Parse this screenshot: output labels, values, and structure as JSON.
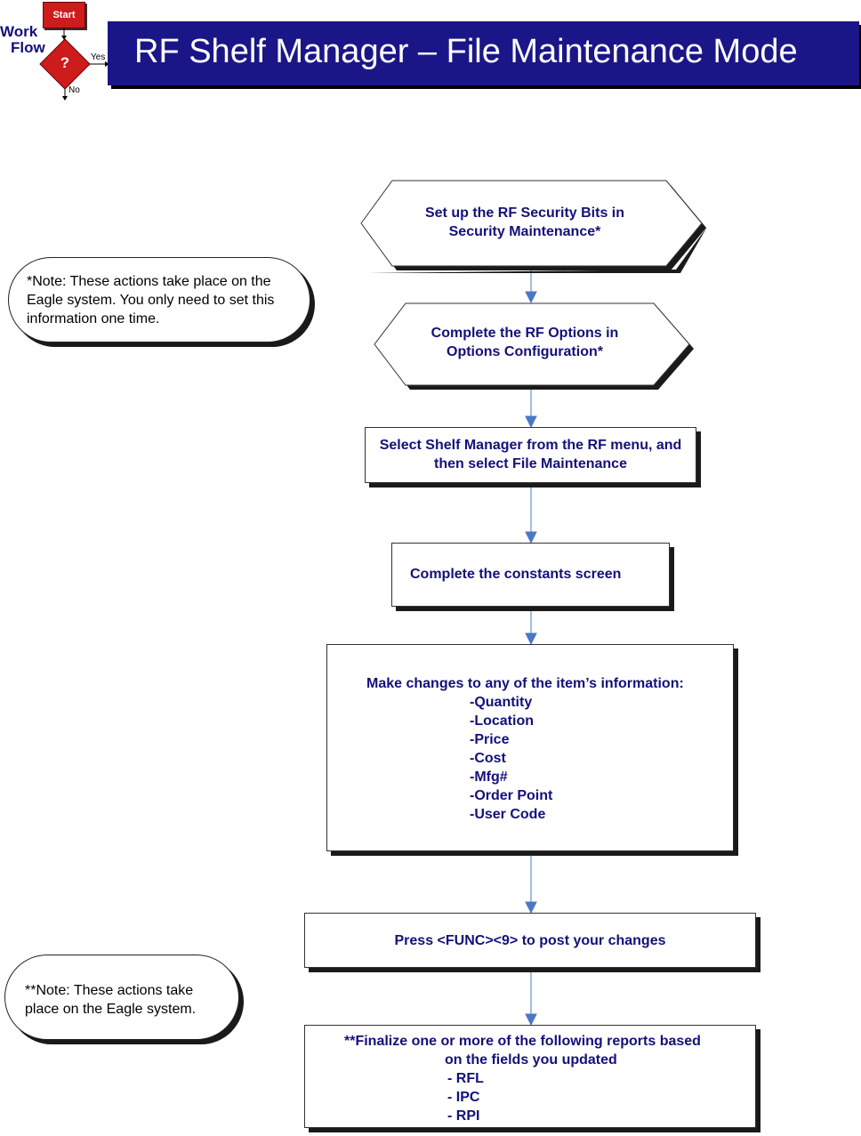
{
  "header": {
    "title": "RF Shelf Manager – File Maintenance Mode"
  },
  "logo": {
    "start": "Start",
    "word1": "Work",
    "word2": "Flow",
    "decision": "?",
    "yes": "Yes",
    "no": "No",
    "colors": {
      "start": "#cc1c1c",
      "diamond": "#cc1c1c",
      "text": "#14107a"
    }
  },
  "notes": {
    "note1": "*Note: These actions take place on the Eagle system. You only need to set this information one time.",
    "note2": "**Note: These actions take place on the Eagle system."
  },
  "steps": {
    "step1": "Set up the RF Security Bits in Security Maintenance*",
    "step2": "Complete the RF Options in Options Configuration*",
    "step3": "Select Shelf Manager from the RF menu, and then select File Maintenance",
    "step4": "Complete the constants screen",
    "step5": {
      "heading": "Make changes to any of the item’s information:",
      "items": [
        "-Quantity",
        "-Location",
        "-Price",
        "-Cost",
        "-Mfg#",
        "-Order Point",
        "-User Code"
      ]
    },
    "step6": "Press <FUNC><9> to post your changes",
    "step7": {
      "heading_line1": "**Finalize one or more of the following reports based",
      "heading_line2": "on the fields you updated",
      "items": [
        "- RFL",
        "- IPC",
        "- RPI"
      ]
    }
  },
  "colors": {
    "title_bar": "#1b1688",
    "title_text": "#ffffff",
    "step_text": "#14107a",
    "arrow": "#4a78c4"
  }
}
